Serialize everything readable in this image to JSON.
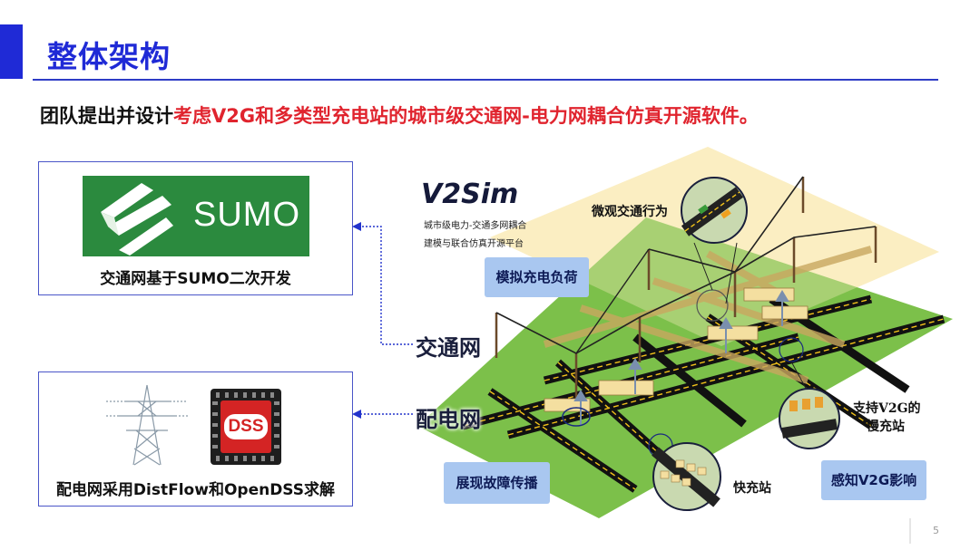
{
  "slide": {
    "title": "整体架构",
    "subtitle_prefix": "团队提出并设计",
    "subtitle_highlight": "考虑V2G和多类型充电站的城市级交通网-电力网耦合仿真开源软件。",
    "page_number": "5"
  },
  "cards": {
    "sumo_logo_text": "SUMO",
    "sumo_caption": "交通网基于SUMO二次开发",
    "dss_logo_text": "DSS",
    "dss_caption": "配电网采用DistFlow和OpenDSS求解"
  },
  "diagram": {
    "v2sim_title": "V2Sim",
    "v2sim_subtitle_1": "城市级电力-交通多网耦合",
    "v2sim_subtitle_2": "建模与联合仿真开源平台",
    "layer_traffic": "交通网",
    "layer_power": "配电网",
    "callout_charging_load": "模拟充电负荷",
    "callout_fault": "展现故障传播",
    "callout_v2g_impact": "感知V2G影响",
    "label_micro_traffic": "微观交通行为",
    "label_v2g_slow_1": "支持V2G的",
    "label_v2g_slow_2": "慢充站",
    "label_fast_station": "快充站"
  },
  "colors": {
    "accent_blue": "#1f2ad6",
    "highlight_red": "#e0242e",
    "traffic_layer": "#fbeec0",
    "power_layer": "#7cc04a",
    "callout_bg": "#a9c7f0"
  }
}
